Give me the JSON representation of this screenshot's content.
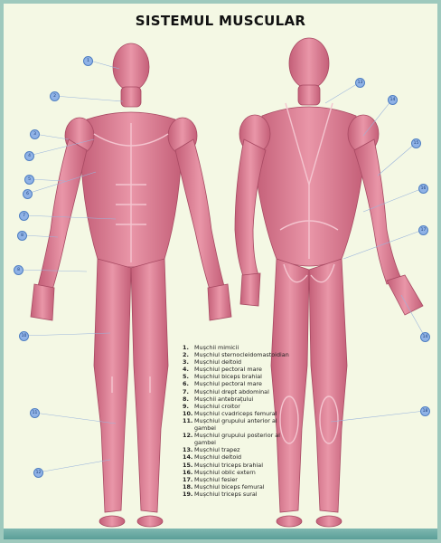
{
  "poster": {
    "title": "SISTEMUL MUSCULAR",
    "legend": [
      {
        "number": "1.",
        "label": "Mușchii mimicii"
      },
      {
        "number": "2.",
        "label": "Mușchiul sternocleidomastoidian"
      },
      {
        "number": "3.",
        "label": "Mușchiul deltoid"
      },
      {
        "number": "4.",
        "label": "Mușchiul pectoral mare"
      },
      {
        "number": "5.",
        "label": "Mușchiul biceps brahial"
      },
      {
        "number": "6.",
        "label": "Mușchiul pectoral mare"
      },
      {
        "number": "7.",
        "label": "Mușchiul drept abdominal"
      },
      {
        "number": "8.",
        "label": "Mușchii antebrațului"
      },
      {
        "number": "9.",
        "label": "Mușchiul croitor"
      },
      {
        "number": "10.",
        "label": "Mușchiul cvadriceps femural"
      },
      {
        "number": "11.",
        "label": "Mușchiul grupului anterior al gambei"
      },
      {
        "number": "12.",
        "label": "Mușchiul grupului posterior al gambei"
      },
      {
        "number": "13.",
        "label": "Mușchiul trapez"
      },
      {
        "number": "14.",
        "label": "Mușchiul deltoid"
      },
      {
        "number": "15.",
        "label": "Mușchiul triceps brahial"
      },
      {
        "number": "16.",
        "label": "Mușchiul oblic extern"
      },
      {
        "number": "17.",
        "label": "Mușchiul fesier"
      },
      {
        "number": "18.",
        "label": "Mușchiul biceps femural"
      },
      {
        "number": "19.",
        "label": "Mușchiul triceps sural"
      }
    ],
    "callouts_front": [
      "1",
      "2",
      "3",
      "4",
      "5",
      "6",
      "7",
      "8",
      "8",
      "10",
      "11",
      "12"
    ],
    "callouts_back": [
      "13",
      "14",
      "15",
      "16",
      "17",
      "14",
      "18"
    ],
    "colors": {
      "background": "#f4f8e4",
      "border": "#9ec9bd",
      "muscle": "#d9798e",
      "callout": "#8fb2e6"
    }
  }
}
